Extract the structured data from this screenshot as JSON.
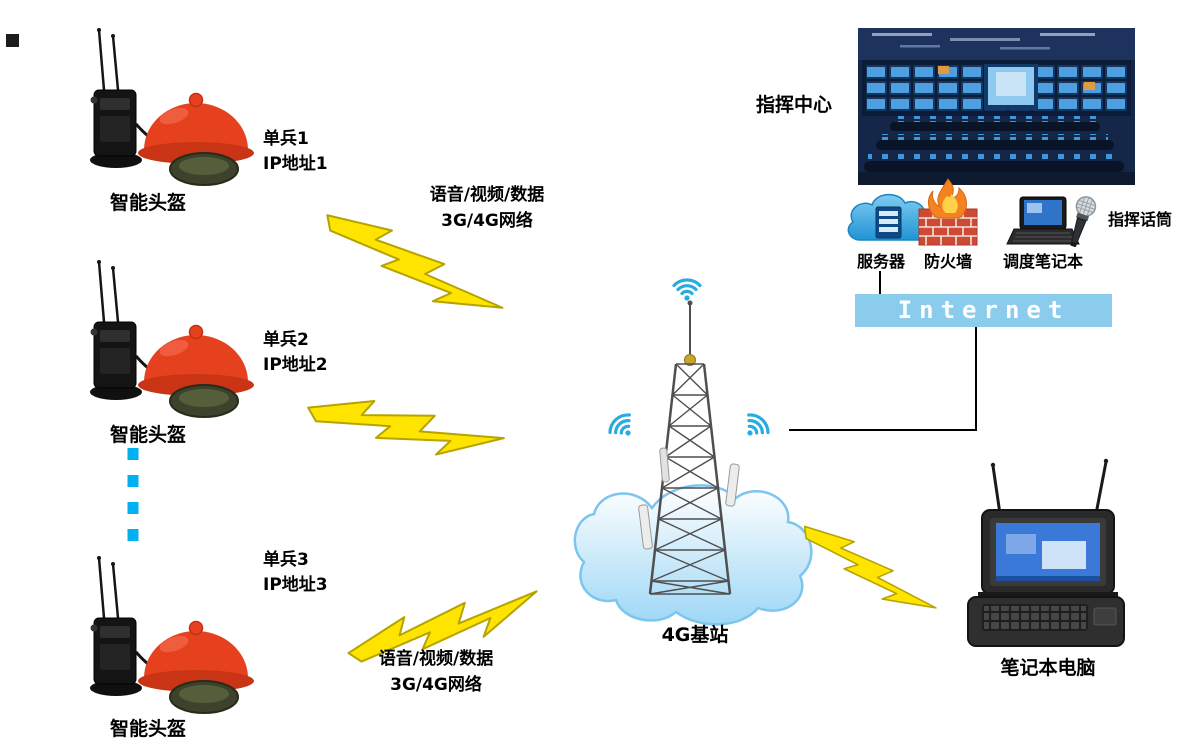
{
  "colors": {
    "bolt_yellow": "#ffe400",
    "bolt_outline": "#b5a300",
    "internet_bar_blue": "#8bccec",
    "dotted_link_blue": "#00b0f0",
    "helmet_red": "#e6411f",
    "wifi_blue": "#29abe2",
    "cloud_blue": "#9ed7f6"
  },
  "helmets": [
    {
      "label": "智能头盔"
    },
    {
      "label": "智能头盔"
    },
    {
      "label": "智能头盔"
    }
  ],
  "soldiers": [
    {
      "name": "单兵1",
      "ip": "IP地址1"
    },
    {
      "name": "单兵2",
      "ip": "IP地址2"
    },
    {
      "name": "单兵3",
      "ip": "IP地址3"
    }
  ],
  "wireless_links": [
    {
      "line1": "语音/视频/数据",
      "line2": "3G/4G网络"
    },
    {
      "line1": "语音/视频/数据",
      "line2": "3G/4G网络"
    }
  ],
  "base_station": {
    "label": "4G基站"
  },
  "command_center": {
    "label": "指挥中心"
  },
  "equipment": {
    "server": "服务器",
    "firewall": "防火墙",
    "dispatch_laptop": "调度笔记本",
    "microphone": "指挥话筒"
  },
  "internet": {
    "label": "Internet"
  },
  "field_laptop": {
    "label": "笔记本电脑"
  }
}
